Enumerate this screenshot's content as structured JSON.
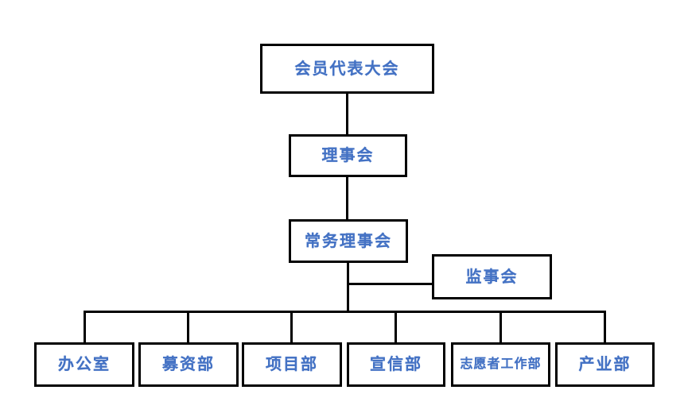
{
  "diagram": {
    "type": "org-chart",
    "background_color": "#ffffff",
    "box_border_color": "#000000",
    "label_color": "#4472C4",
    "nodes": {
      "assembly": {
        "label": "会员代表大会",
        "level": 1
      },
      "council": {
        "label": "理事会",
        "level": 2
      },
      "standing_council": {
        "label": "常务理事会",
        "level": 3
      },
      "supervisory_board": {
        "label": "监事会",
        "level": 3
      },
      "office": {
        "label": "办公室",
        "level": 4
      },
      "fundraising_dept": {
        "label": "募资部",
        "level": 4
      },
      "project_dept": {
        "label": "项目部",
        "level": 4
      },
      "publicity_dept": {
        "label": "宣信部",
        "level": 4
      },
      "volunteer_dept": {
        "label": "志愿者工作部",
        "level": 4
      },
      "industry_dept": {
        "label": "产业部",
        "level": 4
      }
    },
    "edges": [
      {
        "from": "assembly",
        "to": "council"
      },
      {
        "from": "council",
        "to": "standing_council"
      },
      {
        "from": "standing_council",
        "to": "supervisory_board"
      },
      {
        "from": "standing_council",
        "to": "office"
      },
      {
        "from": "standing_council",
        "to": "fundraising_dept"
      },
      {
        "from": "standing_council",
        "to": "project_dept"
      },
      {
        "from": "standing_council",
        "to": "publicity_dept"
      },
      {
        "from": "standing_council",
        "to": "volunteer_dept"
      },
      {
        "from": "standing_council",
        "to": "industry_dept"
      }
    ]
  }
}
